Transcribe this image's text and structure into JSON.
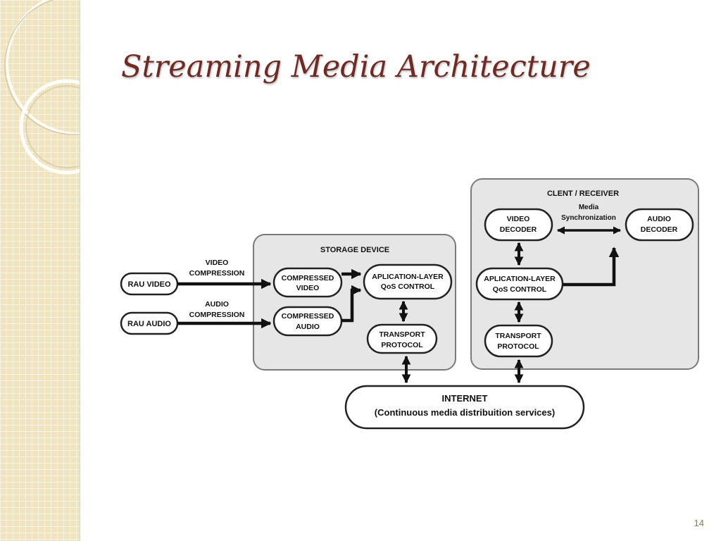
{
  "slide": {
    "title": "Streaming Media Architecture",
    "page_number": "14"
  },
  "diagram": {
    "groups": {
      "storage_device": "STORAGE DEVICE",
      "client_receiver": "CLENT / RECEIVER"
    },
    "nodes": {
      "rau_video": [
        "RAU VIDEO"
      ],
      "rau_audio": [
        "RAU AUDIO"
      ],
      "compressed_video": [
        "COMPRESSED",
        "VIDEO"
      ],
      "compressed_audio": [
        "COMPRESSED",
        "AUDIO"
      ],
      "storage_app_layer": [
        "APLICATION-LAYER",
        "QoS CONTROL"
      ],
      "storage_transport": [
        "TRANSPORT",
        "PROTOCOL"
      ],
      "video_decoder": [
        "VIDEO",
        "DECODER"
      ],
      "audio_decoder": [
        "AUDIO",
        "DECODER"
      ],
      "client_app_layer": [
        "APLICATION-LAYER",
        "QoS CONTROL"
      ],
      "client_transport": [
        "TRANSPORT",
        "PROTOCOL"
      ],
      "internet": [
        "INTERNET",
        "(Continuous media distribuition services)"
      ]
    },
    "edge_labels": {
      "video_compression": [
        "VIDEO",
        "COMPRESSION"
      ],
      "audio_compression": [
        "AUDIO",
        "COMPRESSION"
      ],
      "media_sync": [
        "Media",
        "Synchronization"
      ]
    }
  }
}
